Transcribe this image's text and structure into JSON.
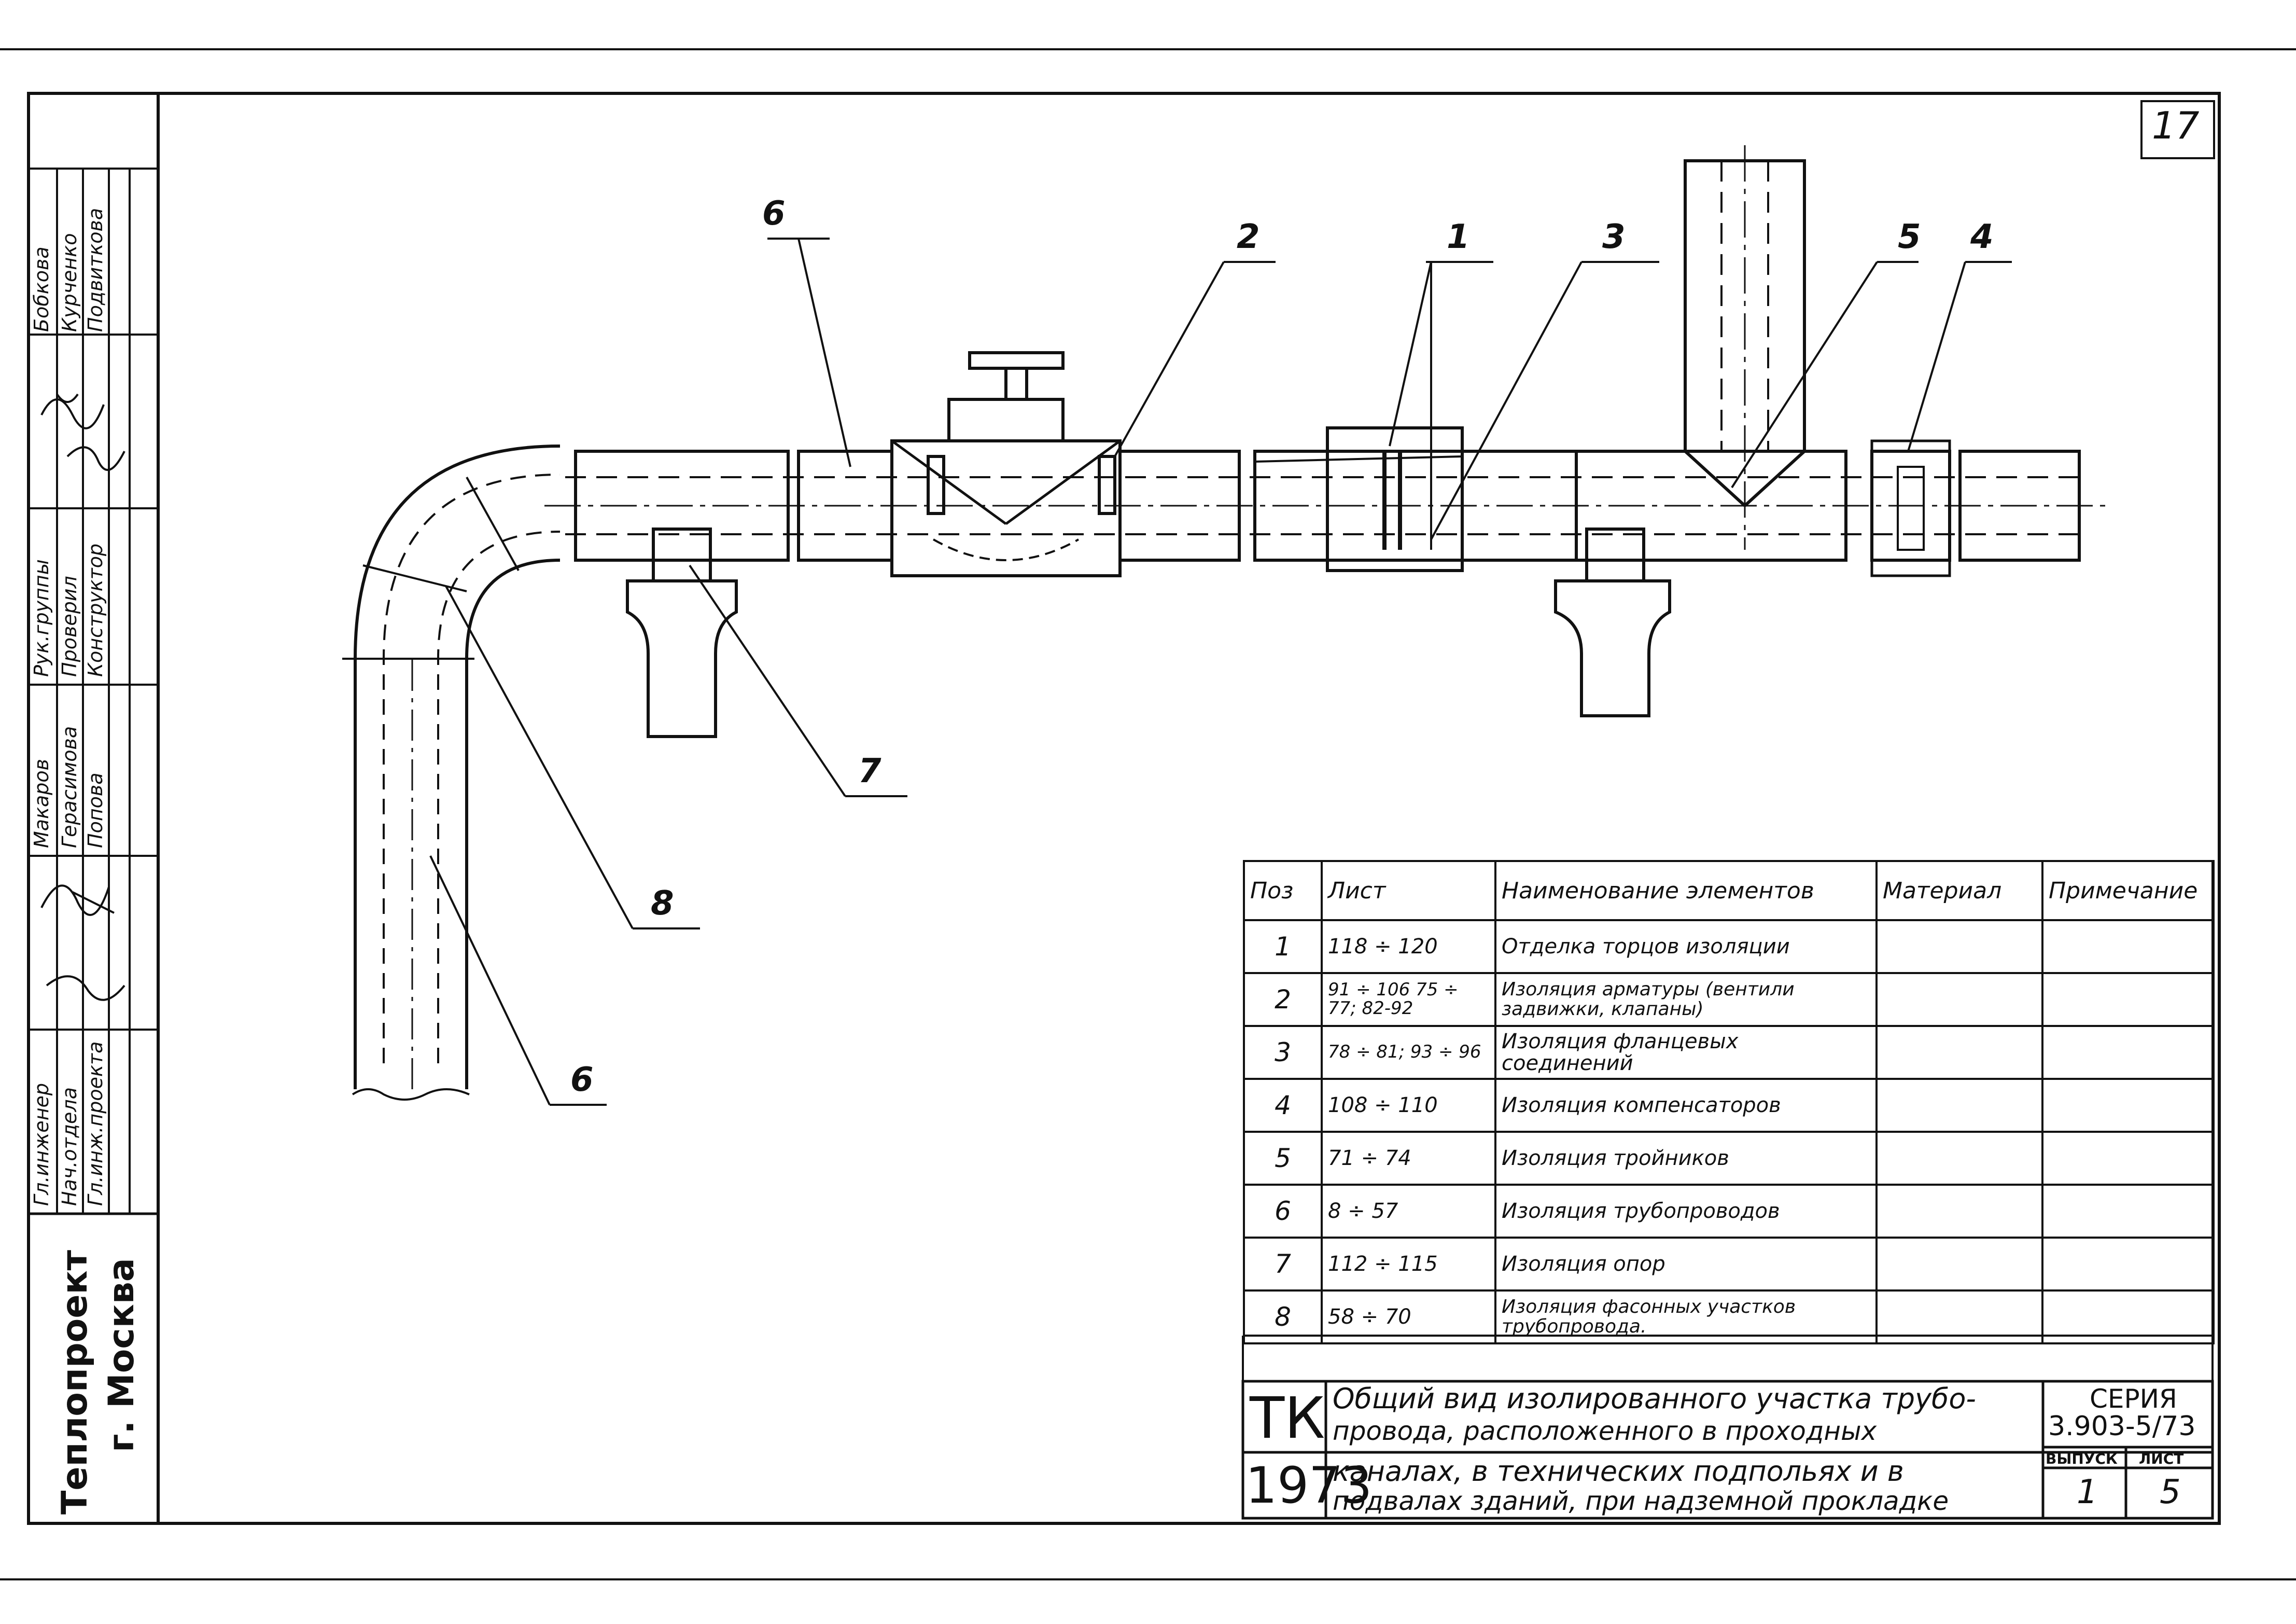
{
  "sheet": {
    "page_number": "17",
    "callouts": [
      "6",
      "2",
      "1",
      "3",
      "5",
      "4",
      "7",
      "8",
      "6"
    ]
  },
  "spec_table": {
    "headers": [
      "Поз",
      "Лист",
      "Наименование элементов",
      "Материал",
      "Примечание"
    ],
    "rows": [
      {
        "pos": "1",
        "sheet": "118 ÷ 120",
        "name": "Отделка торцов изоляции",
        "material": "",
        "note": ""
      },
      {
        "pos": "2",
        "sheet": "91 ÷ 106 75 ÷ 77; 82-92",
        "name": "Изоляция арматуры (вентили задвижки, клапаны)",
        "material": "",
        "note": ""
      },
      {
        "pos": "3",
        "sheet": "78 ÷ 81; 93 ÷ 96",
        "name": "Изоляция фланцевых соединений",
        "material": "",
        "note": ""
      },
      {
        "pos": "4",
        "sheet": "108 ÷ 110",
        "name": "Изоляция компенсаторов",
        "material": "",
        "note": ""
      },
      {
        "pos": "5",
        "sheet": "71 ÷ 74",
        "name": "Изоляция тройников",
        "material": "",
        "note": ""
      },
      {
        "pos": "6",
        "sheet": "8 ÷ 57",
        "name": "Изоляция трубопроводов",
        "material": "",
        "note": ""
      },
      {
        "pos": "7",
        "sheet": "112 ÷ 115",
        "name": "Изоляция опор",
        "material": "",
        "note": ""
      },
      {
        "pos": "8",
        "sheet": "58 ÷ 70",
        "name": "Изоляция фасонных участков трубопровода.",
        "material": "",
        "note": ""
      }
    ]
  },
  "title_block": {
    "code": "ТК",
    "year": "1973",
    "title_line1": "Общий вид изолированного участка трубо-",
    "title_line2": "провода, расположенного в проходных",
    "title_line3": "каналах, в технических подпольях и в",
    "title_line4": "подвалах зданий, при надземной прокладке",
    "series_label": "СЕРИЯ",
    "series_value": "3.903-5/73",
    "issue_label": "ВЫПУСК",
    "issue_value": "1",
    "sheet_label": "ЛИСТ",
    "sheet_value": "5"
  },
  "side_stamp": {
    "org": "Теплопроект",
    "city": "г. Москва",
    "roles": [
      "Гл.инженер",
      "Нач.отдела",
      "Гл.инж.проекта",
      "Рук.группы",
      "Проверил",
      "Конструктор"
    ],
    "names": [
      "Макаров",
      "Герасимова",
      "Попова",
      "Бобкова",
      "Курченко",
      "Подвиткова"
    ]
  }
}
